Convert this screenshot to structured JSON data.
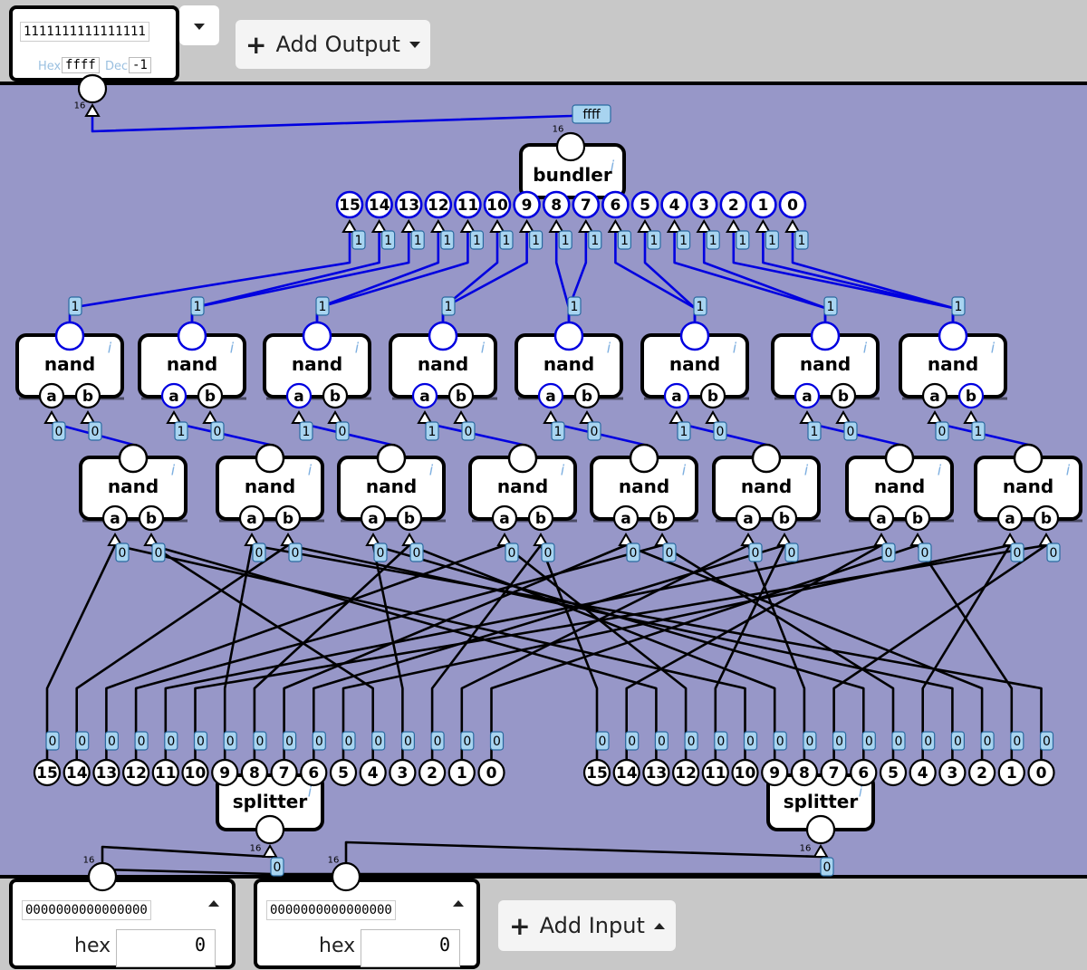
{
  "output_panel": {
    "bits": "1111111111111111",
    "hex_label": "Hex",
    "hex_value": "ffff",
    "dec_label": "Dec",
    "dec_value": "-1"
  },
  "add_output_label": "Add Output",
  "add_input_label": "Add Input",
  "inputs": [
    {
      "bits": "0000000000000000",
      "format_label": "hex",
      "value": "0"
    },
    {
      "bits": "0000000000000000",
      "format_label": "hex",
      "value": "0"
    }
  ],
  "bundler": {
    "label": "bundler",
    "info": "i",
    "width_label": "16",
    "bus_value": "ffff"
  },
  "splitter_label": "splitter",
  "nand_label": "nand",
  "port_a": "a",
  "port_b": "b",
  "info_glyph": "i",
  "bus_width": "16",
  "splitter_pins": [
    "15",
    "14",
    "13",
    "12",
    "11",
    "10",
    "9",
    "8",
    "7",
    "6",
    "5",
    "4",
    "3",
    "2",
    "1",
    "0"
  ],
  "bundler_pins": [
    "15",
    "14",
    "13",
    "12",
    "11",
    "10",
    "9",
    "8",
    "7",
    "6",
    "5",
    "4",
    "3",
    "2",
    "1",
    "0"
  ],
  "bundler_values": [
    "1",
    "1",
    "1",
    "1",
    "1",
    "1",
    "1",
    "1",
    "1",
    "1",
    "1",
    "1",
    "1",
    "1",
    "1",
    "1"
  ],
  "top_nand_values": [
    "1",
    "1",
    "1",
    "1",
    "1",
    "1",
    "1",
    "1"
  ],
  "top_nand_input_values": [
    [
      "0",
      "0"
    ],
    [
      "1",
      "0"
    ],
    [
      "1",
      "0"
    ],
    [
      "1",
      "0"
    ],
    [
      "1",
      "0"
    ],
    [
      "1",
      "0"
    ],
    [
      "1",
      "0"
    ],
    [
      "0",
      "1"
    ]
  ],
  "bottom_nand_input_values": [
    [
      "0",
      "0"
    ],
    [
      "0",
      "0"
    ],
    [
      "0",
      "0"
    ],
    [
      "0",
      "0"
    ],
    [
      "0",
      "0"
    ],
    [
      "0",
      "0"
    ],
    [
      "0",
      "0"
    ],
    [
      "0",
      "0"
    ]
  ],
  "splitter_left_values": [
    "0",
    "0",
    "0",
    "0",
    "0",
    "0",
    "0",
    "0",
    "0",
    "0",
    "0",
    "0",
    "0",
    "0",
    "0",
    "0"
  ],
  "splitter_right_values": [
    "0",
    "0",
    "0",
    "0",
    "0",
    "0",
    "0",
    "0",
    "0",
    "0",
    "0",
    "0",
    "0",
    "0",
    "0",
    "0"
  ],
  "splitter_input_values": [
    "0",
    "0"
  ],
  "colors": {
    "canvas": "#9797c8",
    "active_wire": "#0000e0",
    "inactive_wire": "#000000",
    "value_tag": "#a8d4f0"
  }
}
